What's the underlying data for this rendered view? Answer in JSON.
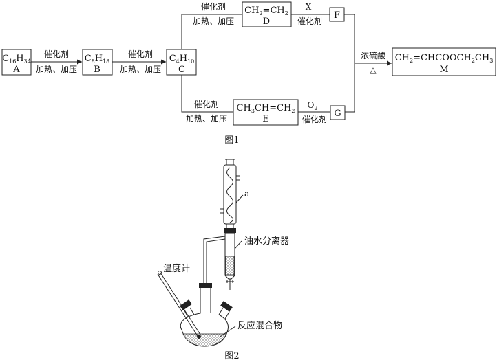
{
  "figure1": {
    "caption": "图1",
    "compounds": {
      "A": {
        "formula": "C16H34",
        "label": "A"
      },
      "B": {
        "formula": "C8H18",
        "label": "B"
      },
      "C": {
        "formula": "C4H10",
        "label": "C"
      },
      "D": {
        "formula": "CH2=CH2",
        "label": "D"
      },
      "E": {
        "formula": "CH3CH=CH2",
        "label": "E"
      },
      "F": {
        "label": "F"
      },
      "G": {
        "label": "G"
      },
      "M": {
        "formula": "CH2=CHCOOCH2CH3",
        "label": "M"
      }
    },
    "conditions": {
      "catalyst": "催化剂",
      "heat_pressure": "加热、加压",
      "x_reagent": "X",
      "o2_reagent": "O2",
      "conc_h2so4": "浓硫酸",
      "heat_symbol": "△"
    }
  },
  "figure2": {
    "caption": "图2",
    "labels": {
      "condenser": "a",
      "separator": "油水分离器",
      "thermometer": "温度计",
      "mixture": "反应混合物"
    }
  }
}
